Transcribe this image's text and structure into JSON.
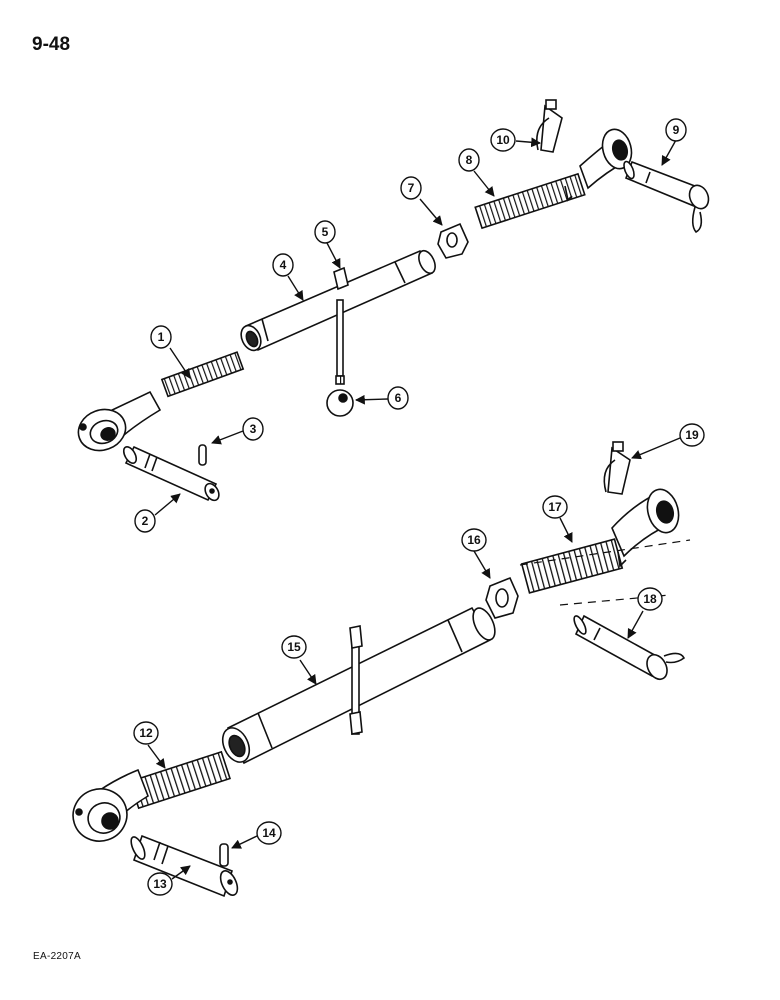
{
  "header": {
    "page_number": "9-48"
  },
  "footer": {
    "figure_code": "EA-2207A"
  },
  "callouts": [
    "1",
    "2",
    "3",
    "4",
    "5",
    "6",
    "7",
    "8",
    "9",
    "10",
    "12",
    "13",
    "14",
    "15",
    "16",
    "17",
    "18",
    "19"
  ],
  "colors": {
    "ink": "#111111",
    "paper": "#ffffff"
  }
}
